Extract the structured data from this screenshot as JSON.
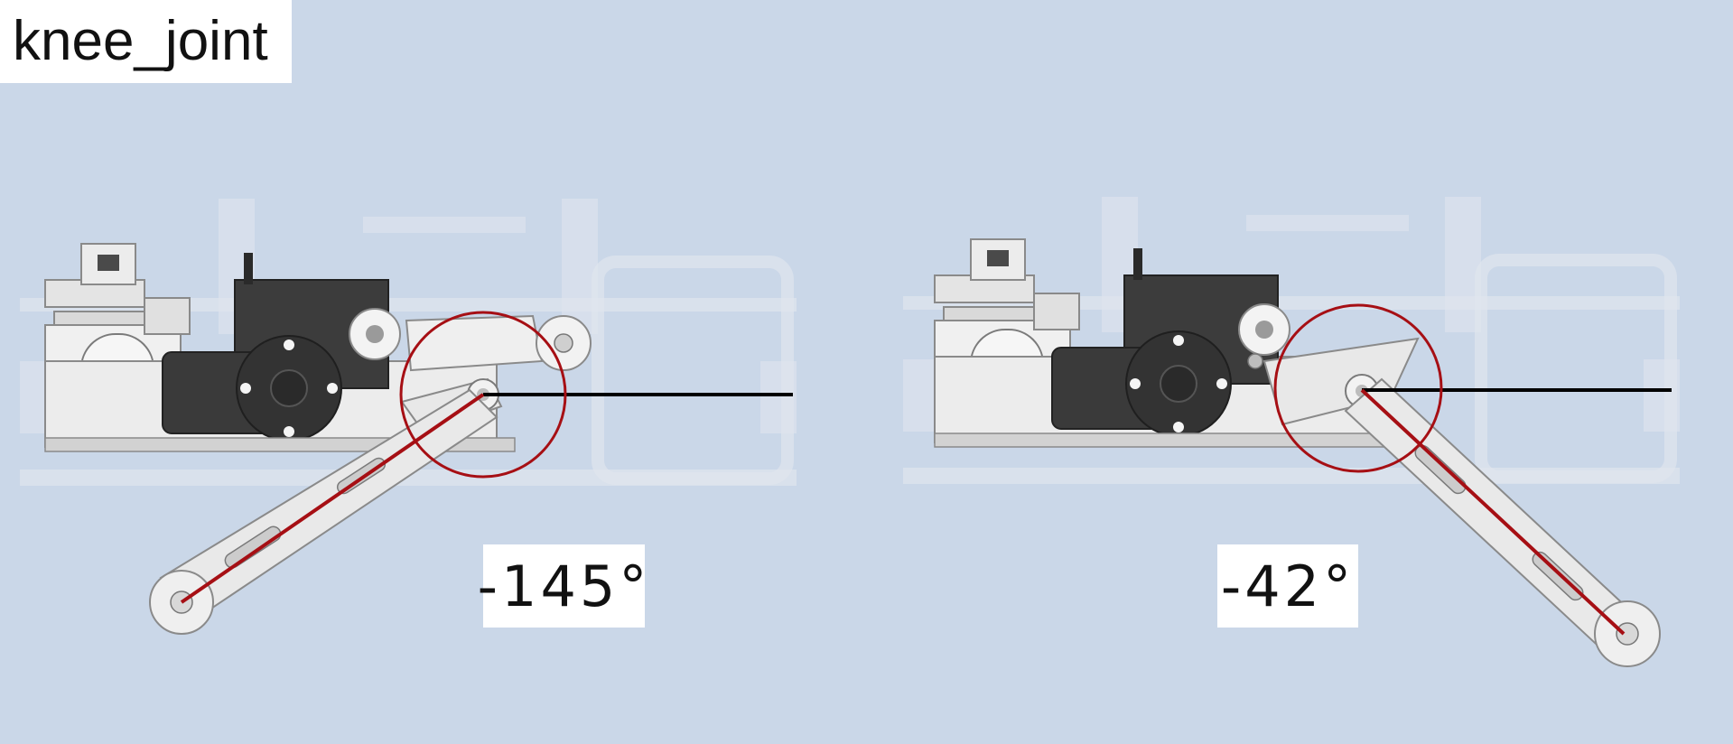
{
  "title": "knee_joint",
  "panels": [
    {
      "angle_label": "-145°",
      "angle_deg": -145
    },
    {
      "angle_label": "-42°",
      "angle_deg": -42
    }
  ],
  "colors": {
    "background": "#cad7e8",
    "axis_line": "#000000",
    "angle_indicator": "#a60f14",
    "part_light": "#e6e6e6",
    "part_dark": "#3a3a3a"
  }
}
